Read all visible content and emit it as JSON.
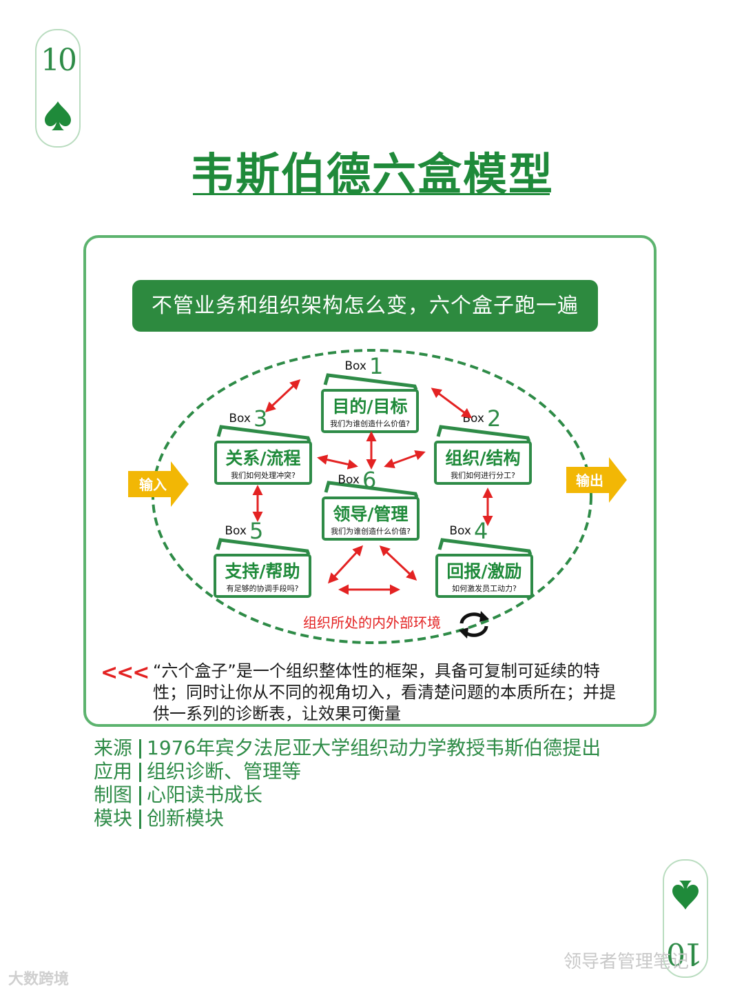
{
  "card": {
    "rank": "10",
    "rank_bottom": "10",
    "suit": "spade",
    "color": "#2e8b47"
  },
  "title": "韦斯伯德六盒模型",
  "banner": "不管业务和组织架构怎么变，六个盒子跑一遍",
  "diagram": {
    "input_label": "输入",
    "output_label": "输出",
    "environment_label": "组织所处的内外部环境",
    "boxes": [
      {
        "tag": "Box",
        "num": "1",
        "title": "目的/目标",
        "question": "我们为谁创造什么价值?"
      },
      {
        "tag": "Box",
        "num": "2",
        "title": "组织/结构",
        "question": "我们如何进行分工?"
      },
      {
        "tag": "Box",
        "num": "3",
        "title": "关系/流程",
        "question": "我们如何处理冲突?"
      },
      {
        "tag": "Box",
        "num": "4",
        "title": "回报/激励",
        "question": "如何激发员工动力?"
      },
      {
        "tag": "Box",
        "num": "5",
        "title": "支持/帮助",
        "question": "有足够的协调手段吗?"
      },
      {
        "tag": "Box",
        "num": "6",
        "title": "领导/管理",
        "question": "我们为谁创造什么价值?"
      }
    ],
    "colors": {
      "box_border": "#2e8b47",
      "arrow": "#e32222",
      "io": "#f2b705",
      "ring": "#2e8b47"
    }
  },
  "description": {
    "marker": "<<<",
    "text": "“六个盒子”是一个组织整体性的框架，具备可复制可延续的特性；同时让你从不同的视角切入，看清楚问题的本质所在；并提供一系列的诊断表，让效果可衡量"
  },
  "info": [
    {
      "label": "来源",
      "value": "1976年宾夕法尼亚大学组织动力学教授韦斯伯德提出"
    },
    {
      "label": "应用",
      "value": "组织诊断、管理等"
    },
    {
      "label": "制图",
      "value": "心阳读书成长"
    },
    {
      "label": "模块",
      "value": "创新模块"
    }
  ],
  "watermarks": {
    "right": "领导者管理笔记",
    "left": "大数跨境"
  }
}
